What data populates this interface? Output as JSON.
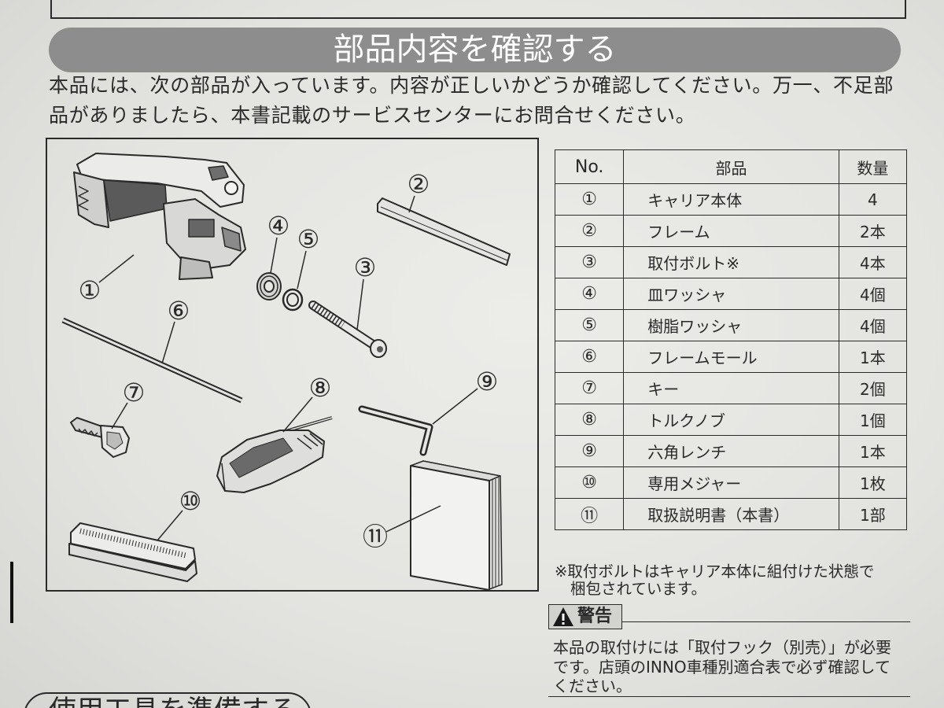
{
  "colors": {
    "paper": "#e6e6e3",
    "ink": "#2a2a2a",
    "header_bar": "#8d8d8d",
    "header_text": "#ffffff"
  },
  "icons": {
    "warning": "warning-triangle-icon"
  },
  "section": {
    "title": "部品内容を確認する"
  },
  "intro": {
    "lines": [
      "本品には、次の部品が入っています。内容が正しいかどうか確認してください。万一、不足部",
      "品がありましたら、本書記載のサービスセンターにお問合せください。"
    ]
  },
  "illustration": {
    "callouts": [
      "①",
      "②",
      "③",
      "④",
      "⑤",
      "⑥",
      "⑦",
      "⑧",
      "⑨",
      "⑩",
      "⑪"
    ]
  },
  "table": {
    "headers": {
      "no": "No.",
      "part": "部品",
      "qty": "数量"
    },
    "rows": [
      {
        "no": "①",
        "part": "キャリア本体",
        "qty": "4"
      },
      {
        "no": "②",
        "part": "フレーム",
        "qty": "2本"
      },
      {
        "no": "③",
        "part": "取付ボルト※",
        "qty": "4本"
      },
      {
        "no": "④",
        "part": "皿ワッシャ",
        "qty": "4個"
      },
      {
        "no": "⑤",
        "part": "樹脂ワッシャ",
        "qty": "4個"
      },
      {
        "no": "⑥",
        "part": "フレームモール",
        "qty": "1本"
      },
      {
        "no": "⑦",
        "part": "キー",
        "qty": "2個"
      },
      {
        "no": "⑧",
        "part": "トルクノブ",
        "qty": "1個"
      },
      {
        "no": "⑨",
        "part": "六角レンチ",
        "qty": "1本"
      },
      {
        "no": "⑩",
        "part": "専用メジャー",
        "qty": "1枚"
      },
      {
        "no": "⑪",
        "part": "取扱説明書（本書）",
        "qty": "1部"
      }
    ]
  },
  "note": {
    "lines": [
      "※取付ボルトはキャリア本体に組付けた状態で",
      "梱包されています。"
    ]
  },
  "warning": {
    "label": "警告",
    "lines": [
      "本品の取付けには「取付フック（別売）」が必要",
      "です。店頭のINNO車種別適合表で必ず確認して",
      "ください。"
    ]
  },
  "next_section": {
    "title": "使用工具を準備する"
  }
}
